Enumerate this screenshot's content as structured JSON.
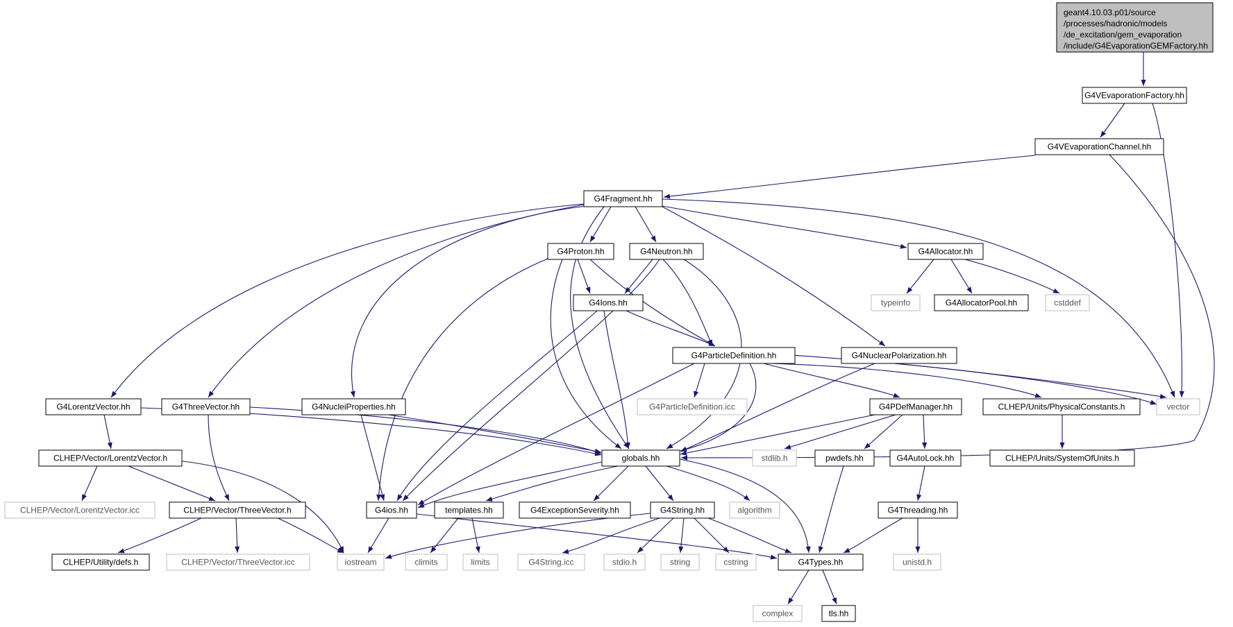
{
  "root": {
    "label_lines": [
      "geant4.10.03.p01/source",
      "/processes/hadronic/models",
      "/de_excitation/gem_evaporation",
      "/include/G4EvaporationGEMFactory.hh"
    ]
  },
  "nodes": [
    {
      "id": "evapfactory",
      "label": "G4VEvaporationFactory.hh",
      "kind": "int"
    },
    {
      "id": "evapchannel",
      "label": "G4VEvaporationChannel.hh",
      "kind": "int"
    },
    {
      "id": "fragment",
      "label": "G4Fragment.hh",
      "kind": "int"
    },
    {
      "id": "proton",
      "label": "G4Proton.hh",
      "kind": "int"
    },
    {
      "id": "neutron",
      "label": "G4Neutron.hh",
      "kind": "int"
    },
    {
      "id": "allocator",
      "label": "G4Allocator.hh",
      "kind": "int"
    },
    {
      "id": "typeinfo",
      "label": "typeinfo",
      "kind": "ext"
    },
    {
      "id": "allocpool",
      "label": "G4AllocatorPool.hh",
      "kind": "int"
    },
    {
      "id": "cstddef",
      "label": "cstddef",
      "kind": "ext"
    },
    {
      "id": "ions",
      "label": "G4Ions.hh",
      "kind": "int"
    },
    {
      "id": "partdef",
      "label": "G4ParticleDefinition.hh",
      "kind": "int"
    },
    {
      "id": "nucpol",
      "label": "G4NuclearPolarization.hh",
      "kind": "int"
    },
    {
      "id": "vector",
      "label": "vector",
      "kind": "ext"
    },
    {
      "id": "lorentz",
      "label": "G4LorentzVector.hh",
      "kind": "int"
    },
    {
      "id": "three",
      "label": "G4ThreeVector.hh",
      "kind": "int"
    },
    {
      "id": "nucprop",
      "label": "G4NucleiProperties.hh",
      "kind": "int"
    },
    {
      "id": "partdeficc",
      "label": "G4ParticleDefinition.icc",
      "kind": "ext"
    },
    {
      "id": "pdefmgr",
      "label": "G4PDefManager.hh",
      "kind": "int"
    },
    {
      "id": "physconst",
      "label": "CLHEP/Units/PhysicalConstants.h",
      "kind": "int"
    },
    {
      "id": "clhepLV",
      "label": "CLHEP/Vector/LorentzVector.h",
      "kind": "int"
    },
    {
      "id": "globals",
      "label": "globals.hh",
      "kind": "int"
    },
    {
      "id": "stdlib",
      "label": "stdlib.h",
      "kind": "ext"
    },
    {
      "id": "pwdefs",
      "label": "pwdefs.hh",
      "kind": "int"
    },
    {
      "id": "autolock",
      "label": "G4AutoLock.hh",
      "kind": "int"
    },
    {
      "id": "sysunits",
      "label": "CLHEP/Units/SystemOfUnits.h",
      "kind": "int"
    },
    {
      "id": "clhepLVicc",
      "label": "CLHEP/Vector/LorentzVector.icc",
      "kind": "ext"
    },
    {
      "id": "clhep3V",
      "label": "CLHEP/Vector/ThreeVector.h",
      "kind": "int"
    },
    {
      "id": "g4ios",
      "label": "G4ios.hh",
      "kind": "int"
    },
    {
      "id": "templates",
      "label": "templates.hh",
      "kind": "int"
    },
    {
      "id": "exsev",
      "label": "G4ExceptionSeverity.hh",
      "kind": "int"
    },
    {
      "id": "g4string",
      "label": "G4String.hh",
      "kind": "int"
    },
    {
      "id": "algorithm",
      "label": "algorithm",
      "kind": "ext"
    },
    {
      "id": "threading",
      "label": "G4Threading.hh",
      "kind": "int"
    },
    {
      "id": "defs",
      "label": "CLHEP/Utility/defs.h",
      "kind": "int"
    },
    {
      "id": "clhep3Vicc",
      "label": "CLHEP/Vector/ThreeVector.icc",
      "kind": "ext"
    },
    {
      "id": "iostream",
      "label": "iostream",
      "kind": "ext"
    },
    {
      "id": "climits",
      "label": "climits",
      "kind": "ext"
    },
    {
      "id": "limits",
      "label": "limits",
      "kind": "ext"
    },
    {
      "id": "stringicc",
      "label": "G4String.icc",
      "kind": "ext"
    },
    {
      "id": "stdio",
      "label": "stdio.h",
      "kind": "ext"
    },
    {
      "id": "string",
      "label": "string",
      "kind": "ext"
    },
    {
      "id": "cstring",
      "label": "cstring",
      "kind": "ext"
    },
    {
      "id": "types",
      "label": "G4Types.hh",
      "kind": "int"
    },
    {
      "id": "unistd",
      "label": "unistd.h",
      "kind": "ext"
    },
    {
      "id": "complex",
      "label": "complex",
      "kind": "ext"
    },
    {
      "id": "tls",
      "label": "tls.hh",
      "kind": "int"
    }
  ],
  "colors": {
    "edge": "#191970",
    "root_fill": "#bfbfbf",
    "internal_border": "#000000",
    "external_border": "#bfbfbf",
    "external_text": "#555555"
  }
}
